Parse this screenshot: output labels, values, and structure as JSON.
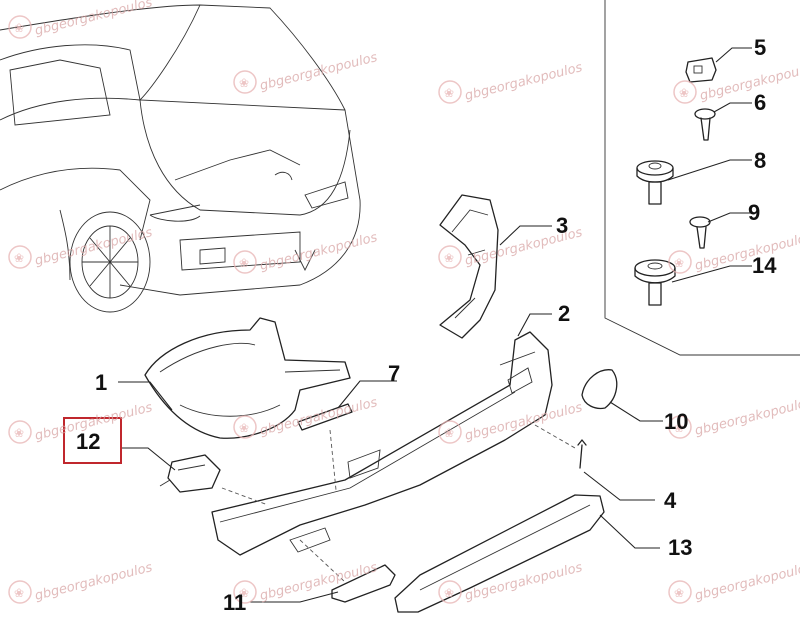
{
  "diagram": {
    "watermark_text": "gbgeorgakopoulos",
    "highlight_color": "#c0272d",
    "callouts": [
      {
        "id": "c1",
        "label": "1"
      },
      {
        "id": "c2",
        "label": "2"
      },
      {
        "id": "c3",
        "label": "3"
      },
      {
        "id": "c4",
        "label": "4"
      },
      {
        "id": "c5",
        "label": "5"
      },
      {
        "id": "c6",
        "label": "6"
      },
      {
        "id": "c7",
        "label": "7"
      },
      {
        "id": "c8",
        "label": "8"
      },
      {
        "id": "c9",
        "label": "9"
      },
      {
        "id": "c10",
        "label": "10"
      },
      {
        "id": "c11",
        "label": "11"
      },
      {
        "id": "c12",
        "label": "12"
      },
      {
        "id": "c13",
        "label": "13"
      },
      {
        "id": "c14",
        "label": "14"
      }
    ]
  }
}
